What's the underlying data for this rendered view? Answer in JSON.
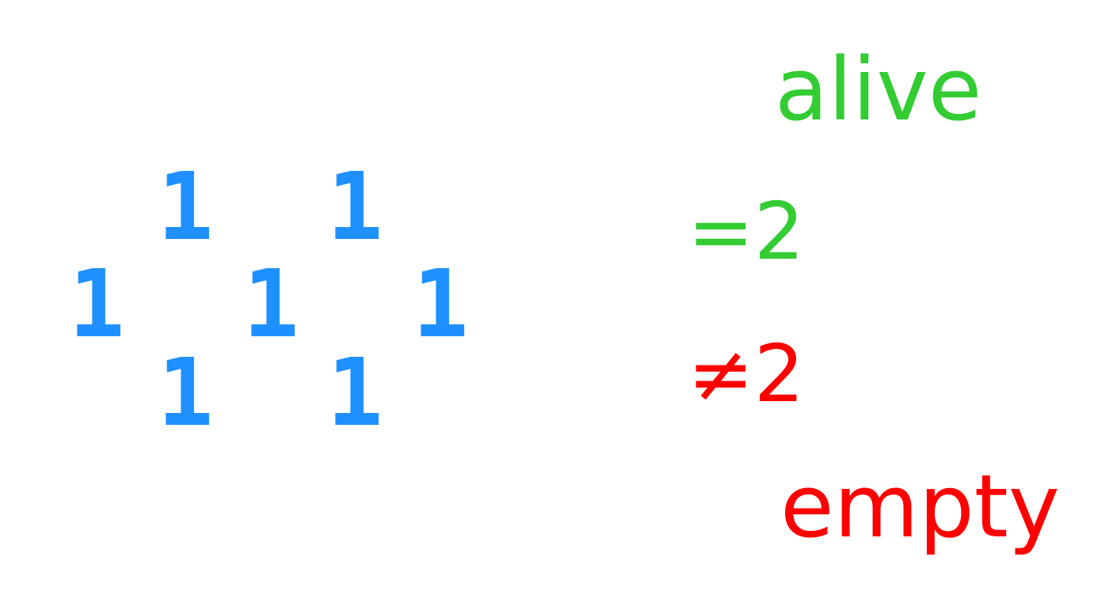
{
  "hex_pattern": {
    "cell_value": "1",
    "color": "#1e90ff",
    "cells": [
      "1",
      "1",
      "1",
      "1",
      "1",
      "1",
      "1"
    ]
  },
  "rules": {
    "alive_label": "alive",
    "equal_two": "=2",
    "not_equal_two": "≠2",
    "empty_label": "empty",
    "alive_color": "#33cc33",
    "empty_color": "#ff0000"
  }
}
